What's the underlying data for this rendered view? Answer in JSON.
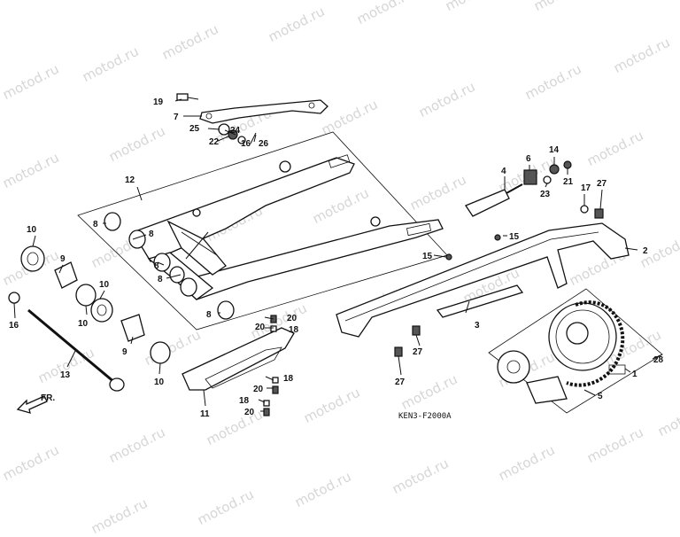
{
  "watermark": "motod.ru",
  "diagram_code": "KEN3-F2000A",
  "front_marker": "FR.",
  "callouts": [
    "1",
    "2",
    "3",
    "4",
    "5",
    "6",
    "7",
    "8",
    "8",
    "8",
    "8",
    "8",
    "9",
    "9",
    "10",
    "10",
    "10",
    "10",
    "11",
    "12",
    "13",
    "14",
    "15",
    "15",
    "16",
    "16",
    "17",
    "18",
    "18",
    "18",
    "19",
    "20",
    "20",
    "20",
    "20",
    "21",
    "22",
    "23",
    "24",
    "25",
    "26",
    "27",
    "27",
    "27",
    "28"
  ]
}
